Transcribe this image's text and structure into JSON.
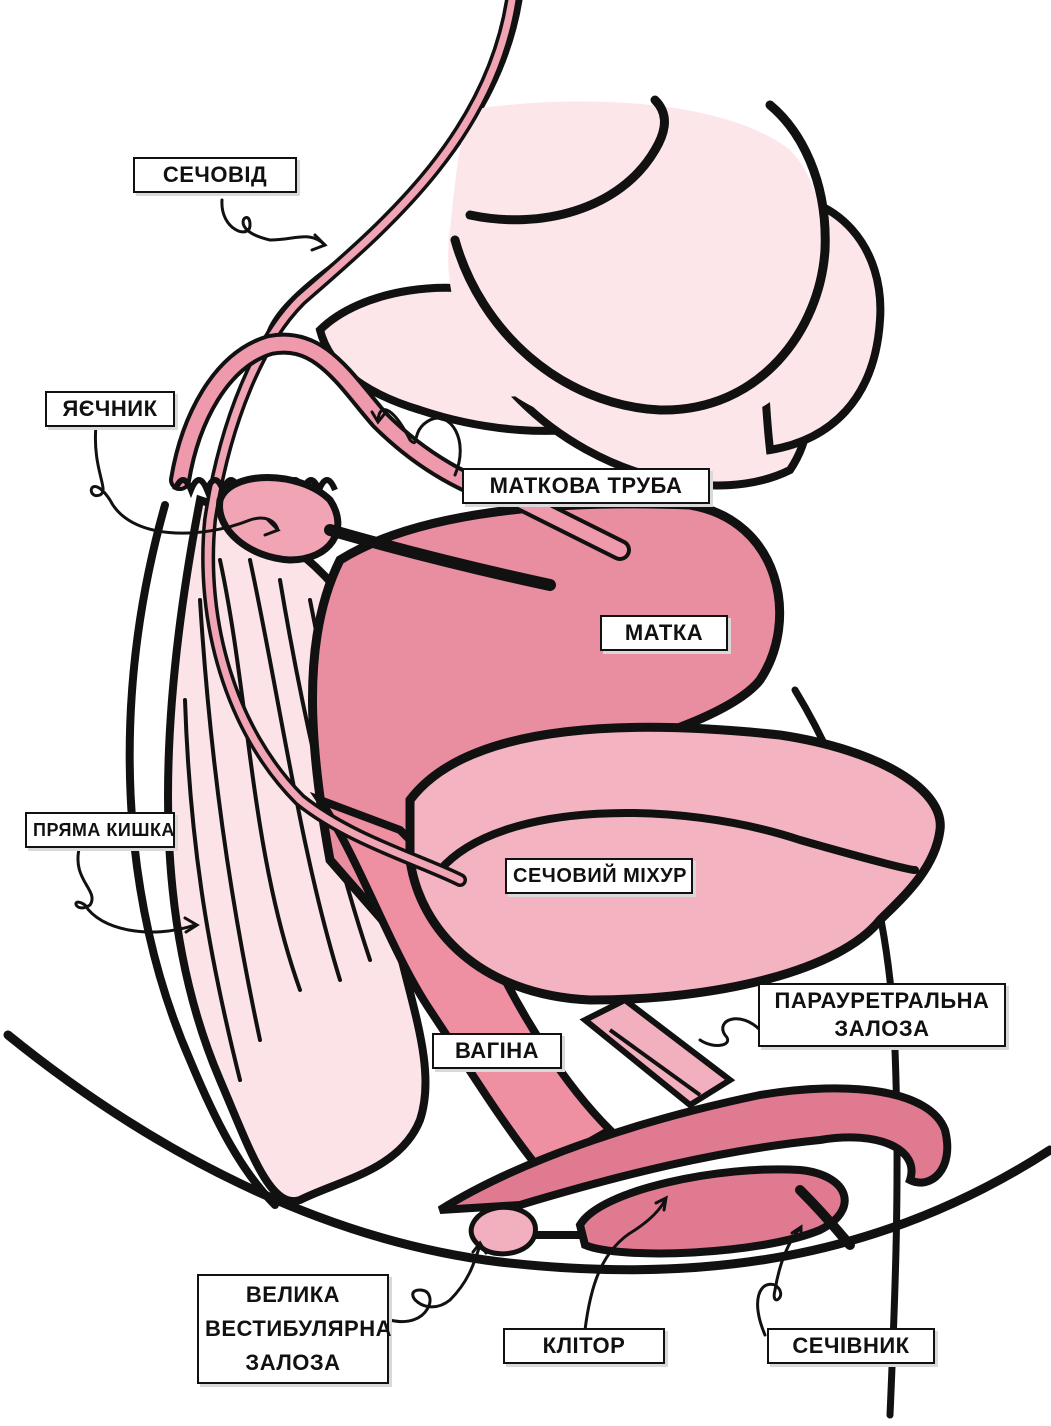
{
  "colors": {
    "outline": "#111111",
    "bladder": "#f3b3c0",
    "uterus": "#e98ea0",
    "vagina": "#ee8fa2",
    "rectum": "#fbe3e8",
    "bowel": "#fde6ea",
    "ovary": "#f0a4b4",
    "clitoris": "#e07a91",
    "gland": "#f2b0bf"
  },
  "labels": {
    "ureter": "СЕЧОВІД",
    "ovary": "ЯЄЧНИК",
    "fallopian_tube": "МАТКОВА ТРУБА",
    "uterus": "МАТКА",
    "rectum": "ПРЯМА КИШКА",
    "bladder": "СЕЧОВИЙ МІХУР",
    "vagina": "ВАГІНА",
    "paraurethral_gland": [
      "ПАРАУРЕТРАЛЬНА",
      "ЗАЛОЗА"
    ],
    "bartholin_gland": [
      "ВЕЛИКА",
      "ВЕСТИБУЛЯРНА",
      "ЗАЛОЗА"
    ],
    "clitoris": "КЛІТОР",
    "urethra": "СЕЧІВНИК"
  }
}
